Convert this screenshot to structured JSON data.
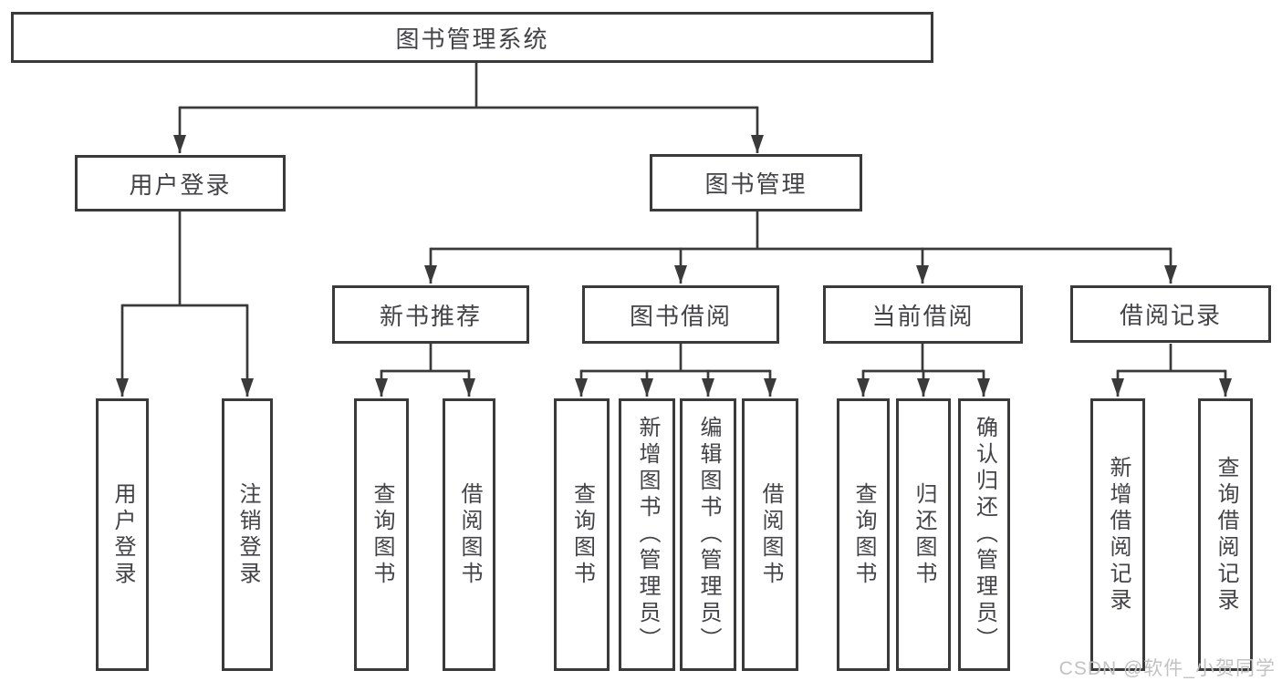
{
  "colors": {
    "line": "#3a3a3a",
    "box_border": "#3a3a3a",
    "text": "#434347",
    "watermark": "#c2c2c2",
    "background": "#ffffff"
  },
  "nodes": {
    "root": "图书管理系统",
    "user_login": "用户登录",
    "book_management": "图书管理",
    "new_book_recommend": "新书推荐",
    "book_borrowing": "图书借阅",
    "current_borrowing": "当前借阅",
    "borrowing_records": "借阅记录",
    "login_leaf": "用户登录",
    "logout_leaf": "注销登录",
    "nbr_query_books": "查询图书",
    "nbr_borrow_books": "借阅图书",
    "bb_query_books": "查询图书",
    "bb_add_books_admin": "新增图书（管理员）",
    "bb_edit_books_admin": "编辑图书（管理员）",
    "bb_borrow_books": "借阅图书",
    "cb_query_books": "查询图书",
    "cb_return_books": "归还图书",
    "cb_confirm_return_admin": "确认归还（管理员）",
    "br_add_record": "新增借阅记录",
    "br_query_record": "查询借阅记录"
  },
  "watermark": {
    "text": "CSDN @软件_小贺同学"
  }
}
